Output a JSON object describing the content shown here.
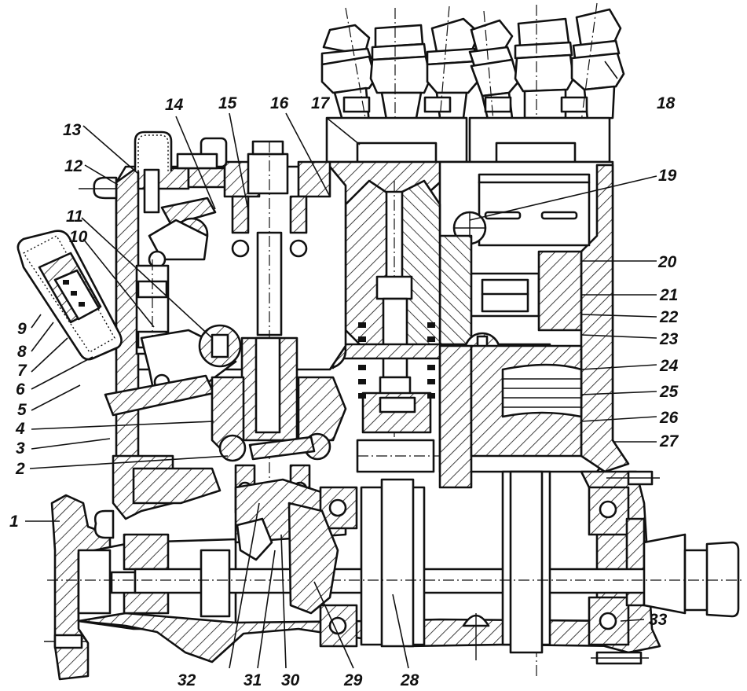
{
  "figure": {
    "type": "cross-section engineering drawing",
    "subject": "multi-plunger fuel injection pump",
    "callouts": [
      {
        "id": "c1",
        "text": "1"
      },
      {
        "id": "c2",
        "text": "2"
      },
      {
        "id": "c3",
        "text": "3"
      },
      {
        "id": "c4",
        "text": "4"
      },
      {
        "id": "c5",
        "text": "5"
      },
      {
        "id": "c6",
        "text": "6"
      },
      {
        "id": "c7",
        "text": "7"
      },
      {
        "id": "c8",
        "text": "8"
      },
      {
        "id": "c9",
        "text": "9"
      },
      {
        "id": "c10",
        "text": "10"
      },
      {
        "id": "c11",
        "text": "11"
      },
      {
        "id": "c12",
        "text": "12"
      },
      {
        "id": "c13",
        "text": "13"
      },
      {
        "id": "c14",
        "text": "14"
      },
      {
        "id": "c15",
        "text": "15"
      },
      {
        "id": "c16",
        "text": "16"
      },
      {
        "id": "c17",
        "text": "17"
      },
      {
        "id": "c18",
        "text": "18"
      },
      {
        "id": "c19",
        "text": "19"
      },
      {
        "id": "c20",
        "text": "20"
      },
      {
        "id": "c21",
        "text": "21"
      },
      {
        "id": "c22",
        "text": "22"
      },
      {
        "id": "c23",
        "text": "23"
      },
      {
        "id": "c24",
        "text": "24"
      },
      {
        "id": "c25",
        "text": "25"
      },
      {
        "id": "c26",
        "text": "26"
      },
      {
        "id": "c27",
        "text": "27"
      },
      {
        "id": "c28",
        "text": "28"
      },
      {
        "id": "c29",
        "text": "29"
      },
      {
        "id": "c30",
        "text": "30"
      },
      {
        "id": "c31",
        "text": "31"
      },
      {
        "id": "c32",
        "text": "32"
      },
      {
        "id": "c33",
        "text": "33"
      }
    ],
    "colors": {
      "ink": "#111111",
      "paper": "#ffffff"
    }
  }
}
